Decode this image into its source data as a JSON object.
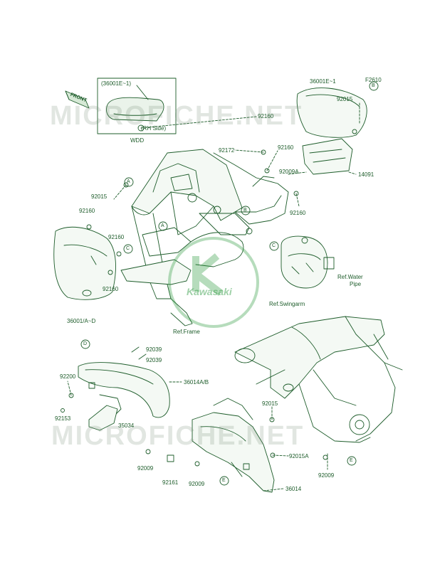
{
  "watermark": {
    "text": "MICROFICHE.NET",
    "brand": "Kawasaki"
  },
  "colors": {
    "line": "#1d5c2a",
    "watermark": "#8fa08f",
    "brand": "#2e9a3e"
  },
  "inset": {
    "part": "(36001E~1)",
    "side": "(RH Side)",
    "code": "WDD"
  },
  "front_tag": "FRONT",
  "labels": {
    "p36001E1": "36001E~1",
    "f2610": "F2610",
    "p92015_tr": "92015",
    "p92160_top": "92160",
    "p92172": "92172",
    "p92160_mid": "92160",
    "p92009A": "92009A",
    "p14091": "14091",
    "p92160_r": "92160",
    "p92015_l": "92015",
    "p92160_l1": "92160",
    "p92160_l2": "92160",
    "p92160_l3": "92160",
    "p36001AD": "36001/A~D",
    "ref_water": "Ref.Water",
    "ref_water2": "Pipe",
    "ref_swingarm": "Ref.Swingarm",
    "ref_frame": "Ref.Frame",
    "p92039a": "92039",
    "p92039b": "92039",
    "p92200": "92200",
    "p36014AB": "36014A/B",
    "p92153": "92153",
    "p35034": "35034",
    "p92015_b": "92015",
    "p92015A": "92015A",
    "p92009_a": "92009",
    "p92161": "92161",
    "p92009_b": "92009",
    "p92009_c": "92009",
    "p36014": "36014"
  },
  "callouts": {
    "a": "A",
    "b": "B",
    "c": "C",
    "d": "D",
    "e": "E"
  }
}
